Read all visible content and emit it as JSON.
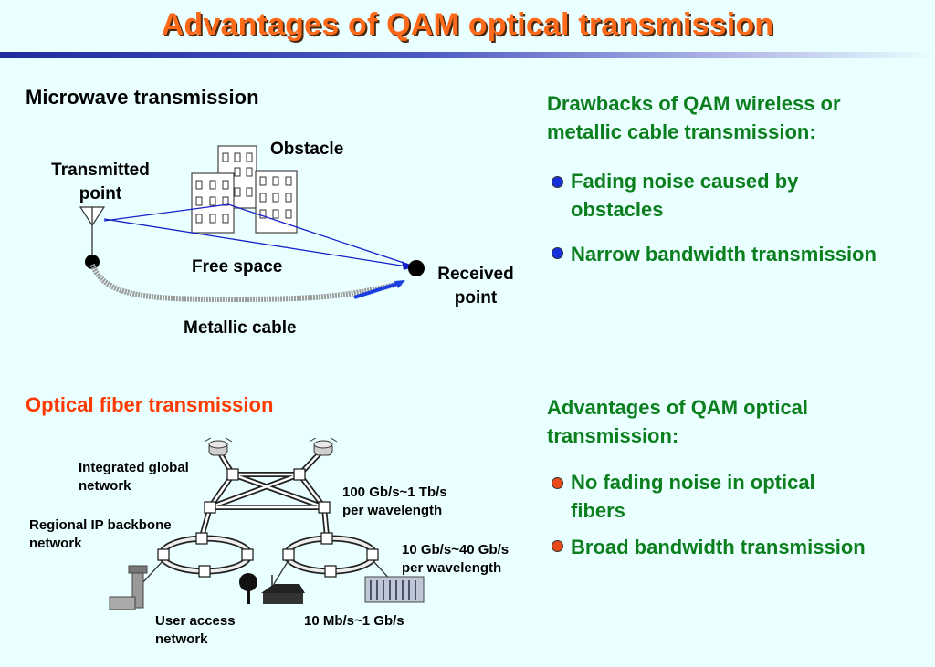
{
  "title": "Advantages of QAM optical transmission",
  "microwave": {
    "heading": "Microwave transmission",
    "transmitted_point": [
      "Transmitted",
      "point"
    ],
    "obstacle": "Obstacle",
    "free_space": "Free space",
    "received_point": [
      "Received",
      "point"
    ],
    "metallic_cable": "Metallic cable"
  },
  "drawbacks": {
    "heading_lines": [
      "Drawbacks of QAM wireless or",
      "metallic cable transmission:"
    ],
    "items": [
      {
        "lines": [
          "Fading noise caused by",
          "obstacles"
        ]
      },
      {
        "lines": [
          "Narrow bandwidth transmission"
        ]
      }
    ],
    "bullet_color": "#1530d8"
  },
  "optical": {
    "heading": "Optical fiber transmission",
    "integrated_global": [
      "Integrated global",
      "network"
    ],
    "regional_backbone": [
      "Regional IP backbone",
      "network"
    ],
    "user_access": [
      "User access",
      "network"
    ],
    "rate_core": [
      "100 Gb/s~1 Tb/s",
      "per wavelength"
    ],
    "rate_regional": [
      "10 Gb/s~40 Gb/s",
      "per wavelength"
    ],
    "rate_access": "10 Mb/s~1 Gb/s"
  },
  "advantages": {
    "heading_lines": [
      "Advantages of QAM optical",
      "transmission:"
    ],
    "items": [
      {
        "lines": [
          "No fading noise in optical",
          "fibers"
        ]
      },
      {
        "lines": [
          "Broad bandwidth transmission"
        ]
      }
    ],
    "bullet_color": "#e84a1a"
  },
  "colors": {
    "title": "#ff6a1a",
    "green_text": "#0b7f1e",
    "optical_heading": "#ff3a00",
    "background": "#eaffff",
    "signal_line": "#1520c8"
  }
}
